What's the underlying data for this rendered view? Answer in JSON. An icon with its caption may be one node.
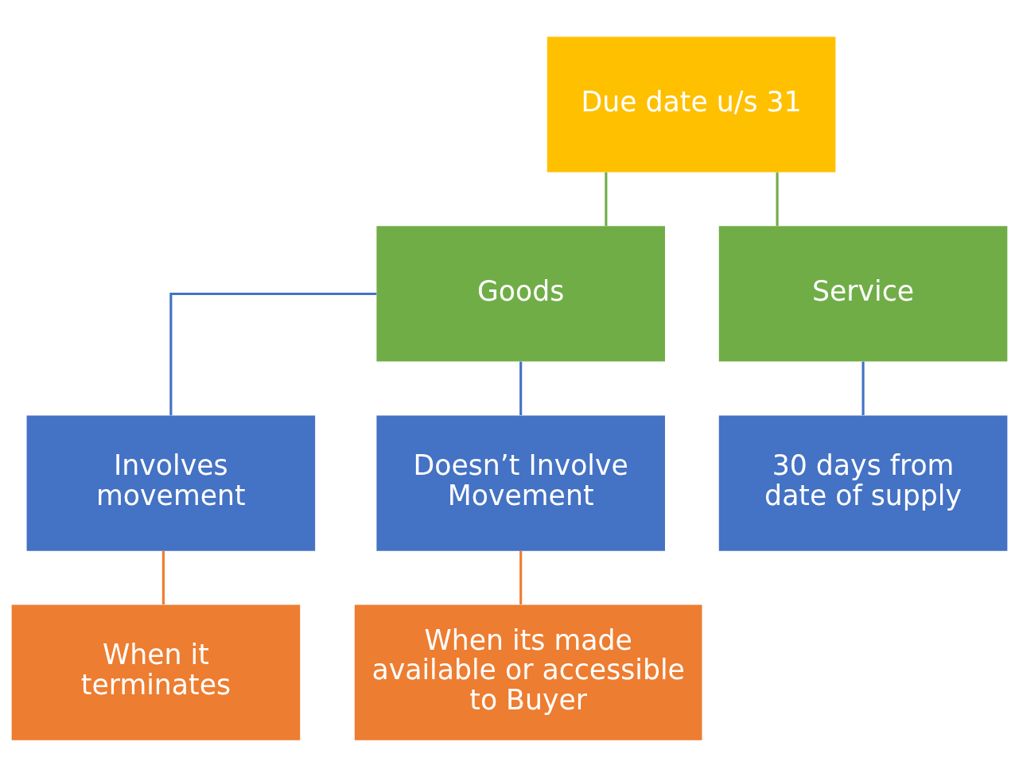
{
  "diagram": {
    "nodes": [
      {
        "text": [
          "Due date u/s 31"
        ]
      },
      {
        "text": [
          "Goods"
        ]
      },
      {
        "text": [
          "Service"
        ]
      },
      {
        "text": [
          "Involves movement"
        ]
      },
      {
        "text": [
          "Doesn’t Involve Movement"
        ]
      },
      {
        "text": [
          "30 days from date of supply"
        ]
      },
      {
        "text": [
          "When it terminates"
        ]
      },
      {
        "text": [
          "When its made available or accessible to Buyer"
        ]
      }
    ],
    "edges": [
      {
        "from": 0,
        "to": 1,
        "arrow": "none",
        "color": "#70ad47"
      },
      {
        "from": 0,
        "to": 2,
        "arrow": "none",
        "color": "#70ad47"
      },
      {
        "from": 1,
        "to": 3,
        "arrow": "none",
        "color": "#4472c4"
      },
      {
        "from": 1,
        "to": 4,
        "arrow": "none",
        "color": "#4472c4"
      },
      {
        "from": 2,
        "to": 5,
        "arrow": "none",
        "color": "#4472c4"
      },
      {
        "from": 3,
        "to": 6,
        "arrow": "none",
        "color": "#ed7d31"
      },
      {
        "from": 4,
        "to": 7,
        "arrow": "none",
        "color": "#ed7d31"
      }
    ]
  }
}
